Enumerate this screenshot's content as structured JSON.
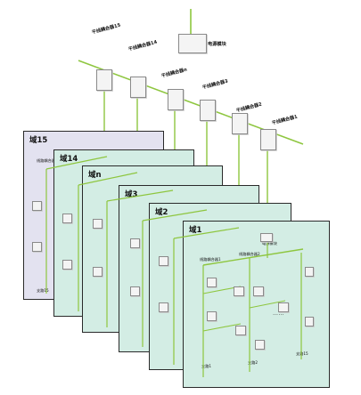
{
  "power_module": "电源模块",
  "couplers": [
    "干线耦合器15",
    "干线耦合器14",
    "干线耦合器n",
    "干线耦合器3",
    "干线耦合器2",
    "干线耦合器1"
  ],
  "domains": [
    "域15",
    "域14",
    "域n",
    "域3",
    "域2",
    "域1"
  ],
  "panel_labels": {
    "power": "电源模块",
    "line_coupler_1": "线路耦合器1",
    "line_coupler_2": "线路耦合器2",
    "line_coupler_15": "线路耦合器15",
    "branch_1": "支路1",
    "branch_2": "支路2",
    "branch_15": "支路15",
    "ellipsis": "……"
  },
  "colors": {
    "line": "#8ec63f",
    "domain_fill": "#d3ede4",
    "domain15_fill": "#e3e2f0",
    "rack": "#b9bec4"
  }
}
